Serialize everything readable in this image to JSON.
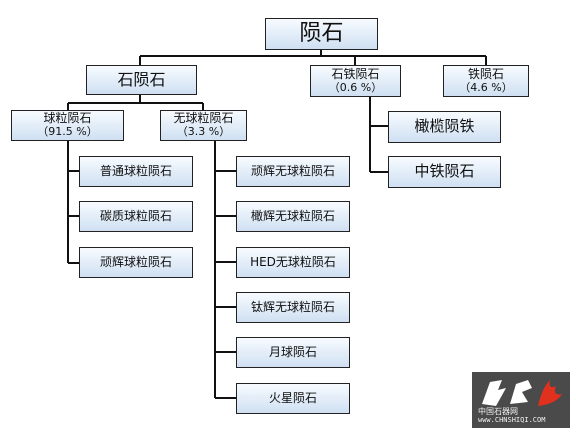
{
  "title": "陨石",
  "categories": {
    "stony": {
      "label": "石陨石"
    },
    "stony_iron": {
      "label": "石铁陨石",
      "share": "（0.6 %）"
    },
    "iron": {
      "label": "铁陨石",
      "share": "（4.6 %）"
    }
  },
  "stony_groups": {
    "chondrite": {
      "label": "球粒陨石",
      "share": "（91.5 %）"
    },
    "achondrite": {
      "label": "无球粒陨石",
      "share": "（3.3 %）"
    }
  },
  "chondrite_types": [
    "普通球粒陨石",
    "碳质球粒陨石",
    "顽辉球粒陨石"
  ],
  "achondrite_types": [
    "顽辉无球粒陨石",
    "橄辉无球粒陨石",
    "HED无球粒陨石",
    "钛辉无球粒陨石",
    "月球陨石",
    "火星陨石"
  ],
  "stony_iron_types": [
    "橄榄陨铁",
    "中铁陨石"
  ],
  "watermark": {
    "line1": "中国石器网",
    "line2": "www.CHNSHIQI.COM"
  }
}
